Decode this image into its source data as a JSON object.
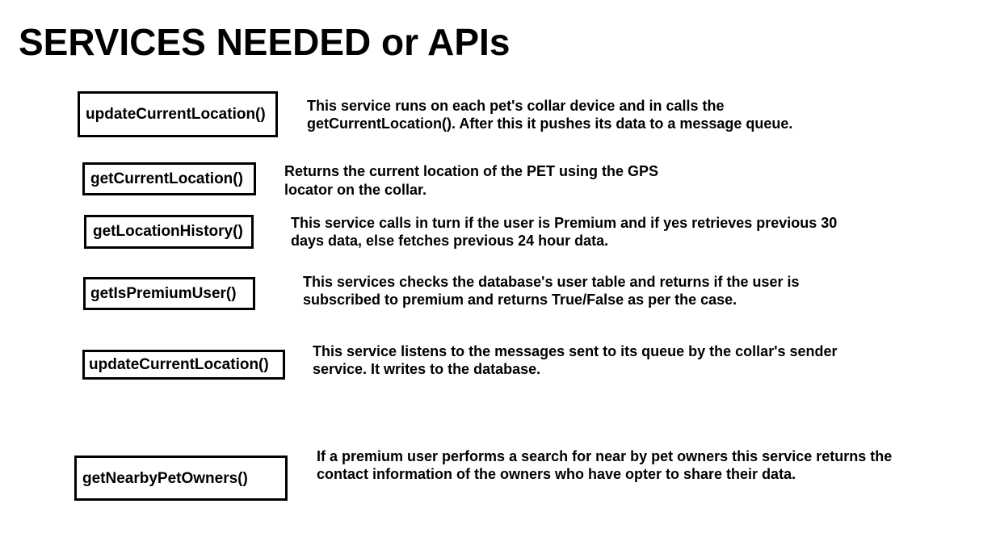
{
  "title": "SERVICES NEEDED or APIs",
  "services": [
    {
      "name": "updateCurrentLocation()",
      "description": [
        "This service runs on each pet's collar device and in calls the",
        "getCurrentLocation(). After this it pushes its data to a message queue."
      ]
    },
    {
      "name": "getCurrentLocation()",
      "description": [
        "Returns the current location of the PET using the GPS",
        "locator on the collar."
      ]
    },
    {
      "name": "getLocationHistory()",
      "description": [
        "This service calls in turn if the user is Premium and if yes retrieves previous 30",
        "days data, else fetches previous 24 hour data."
      ]
    },
    {
      "name": "getIsPremiumUser()",
      "description": [
        "This services checks the database's user table and returns if the user is",
        "subscribed to premium and returns True/False as per the case."
      ]
    },
    {
      "name": "updateCurrentLocation()",
      "description": [
        "This service listens to the messages sent to its queue by the collar's sender",
        "service.  It writes to the database."
      ]
    },
    {
      "name": "getNearbyPetOwners()",
      "description": [
        "If a premium user performs a search for near by pet owners this service returns the",
        "contact information of the owners who have opter to share their data."
      ]
    }
  ]
}
